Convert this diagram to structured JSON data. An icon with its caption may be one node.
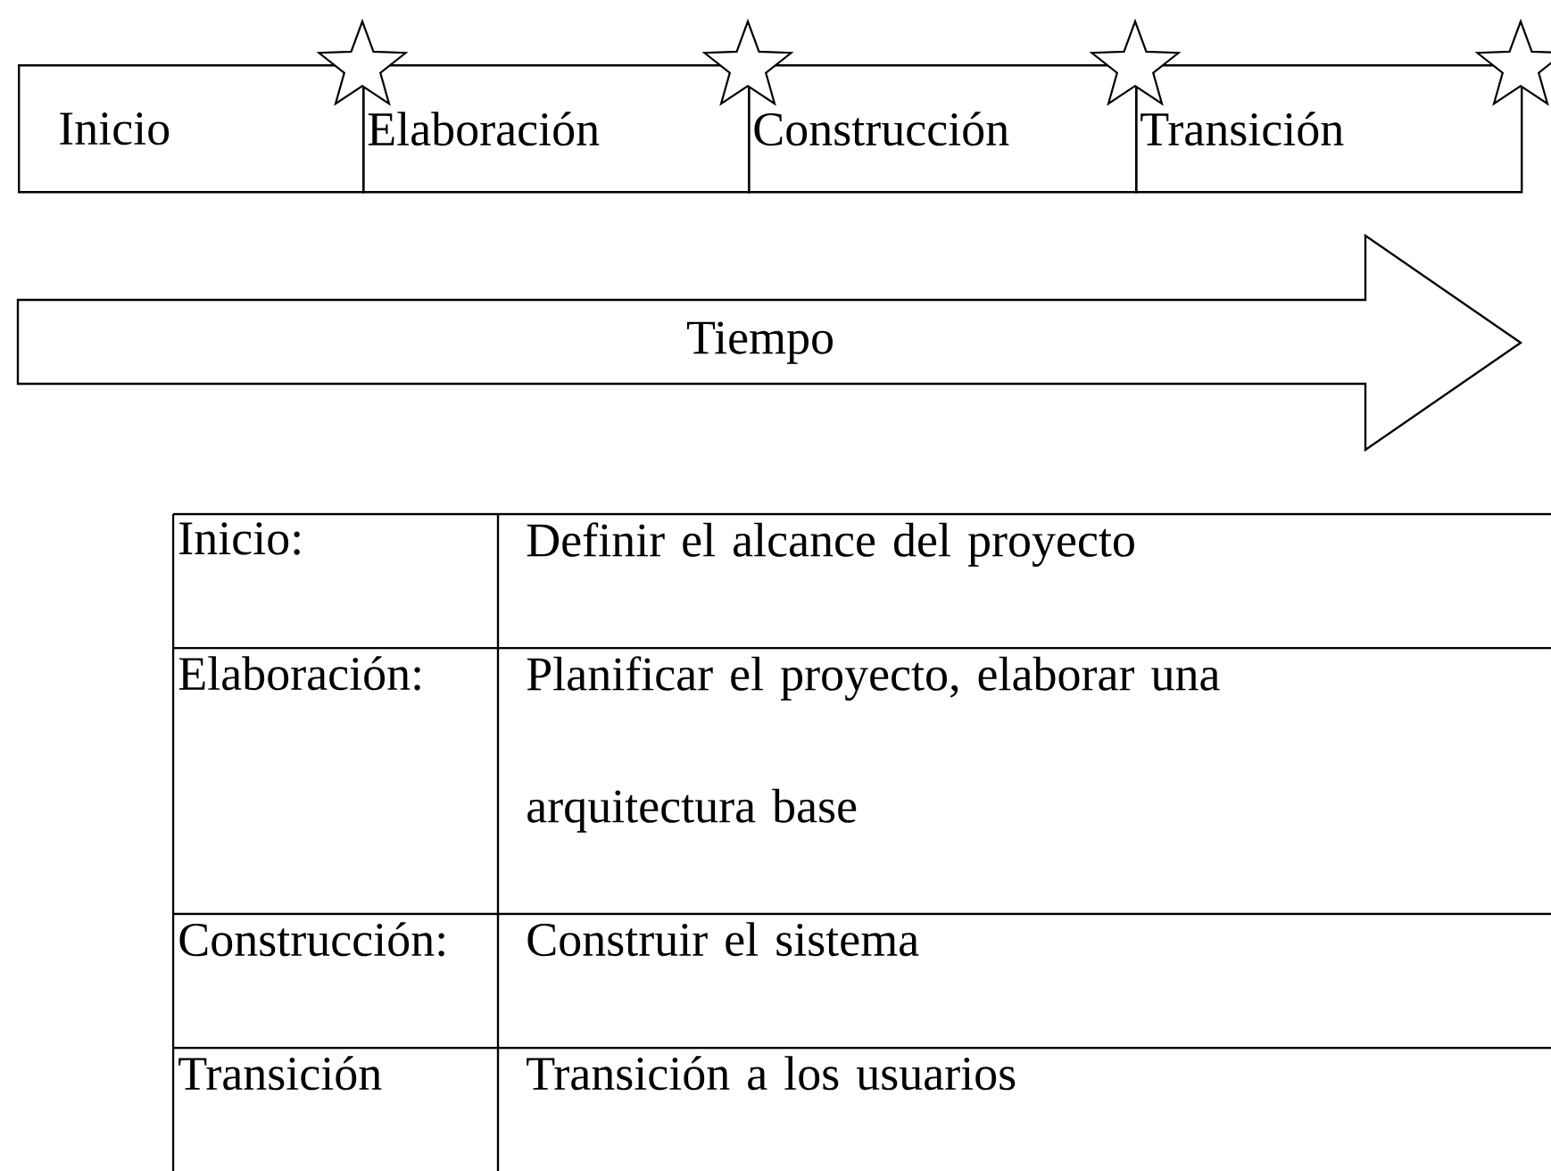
{
  "diagram": {
    "nodes": [
      {
        "text": [
          "Inicio"
        ]
      },
      {
        "text": [
          "Elaboración"
        ]
      },
      {
        "text": [
          "Construcción"
        ]
      },
      {
        "text": [
          "Transición"
        ]
      },
      {
        "text": [
          "Tiempo"
        ]
      },
      {
        "text": [],
        "shape": "star"
      },
      {
        "text": [],
        "shape": "star"
      },
      {
        "text": [],
        "shape": "star"
      },
      {
        "text": [],
        "shape": "star"
      }
    ],
    "labels": [
      "Inicio:",
      "Definir el alcance del proyecto",
      "Elaboración:",
      "Planificar el proyecto, elaborar una arquitectura base",
      "Construcción:",
      "Construir el sistema",
      "Transición",
      "Transición a los usuarios"
    ]
  }
}
